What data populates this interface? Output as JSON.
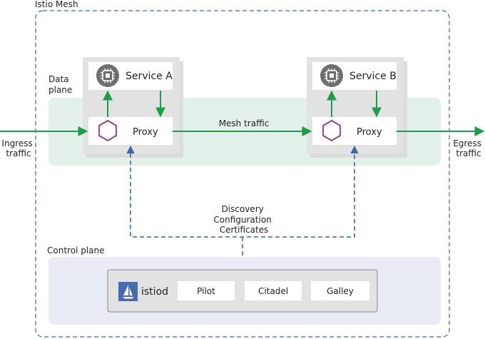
{
  "mesh": {
    "title": "Istio Mesh"
  },
  "data_plane": {
    "label_line1": "Data",
    "label_line2": "plane"
  },
  "service_a": {
    "label": "Service A",
    "proxy_label": "Proxy",
    "icon": "chip-icon",
    "proxy_icon": "hexagon-icon"
  },
  "service_b": {
    "label": "Service B",
    "proxy_label": "Proxy",
    "icon": "chip-icon",
    "proxy_icon": "hexagon-icon"
  },
  "traffic": {
    "ingress_line1": "Ingress",
    "ingress_line2": "traffic",
    "egress_line1": "Egress",
    "egress_line2": "traffic",
    "mesh": "Mesh traffic"
  },
  "control_flow": {
    "line1": "Discovery",
    "line2": "Configuration",
    "line3": "Certificates"
  },
  "control_plane": {
    "label": "Control plane",
    "istiod": {
      "label": "istiod",
      "icon": "sailboat-icon",
      "components": [
        "Pilot",
        "Citadel",
        "Galley"
      ]
    }
  },
  "colors": {
    "traffic_green": "#1a9e4b",
    "dashed_blue": "#3a66a8",
    "data_plane_fill": "#e4f1ea",
    "control_plane_fill": "#e9ecf5",
    "chip_gray": "#6e6e6e",
    "hexagon_purple": "#9b4fa0",
    "istiod_blue": "#466bb0"
  }
}
